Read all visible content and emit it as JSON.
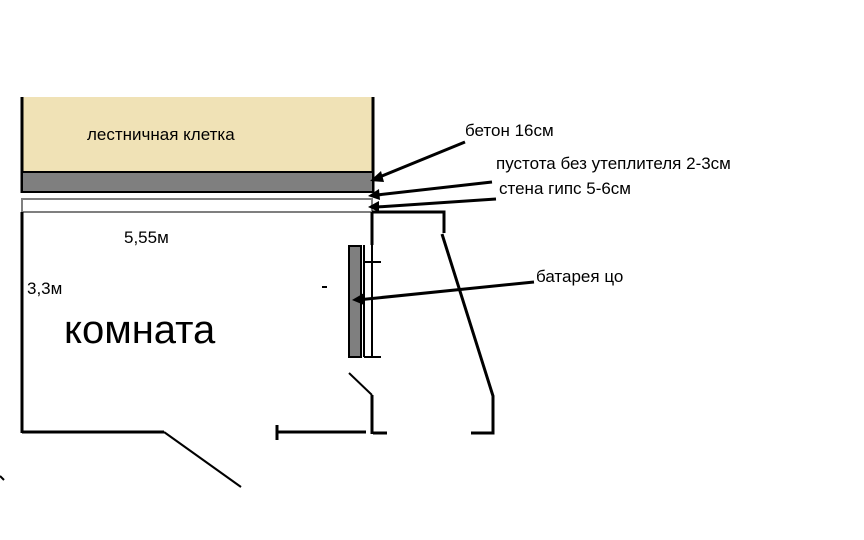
{
  "labels": {
    "stairwell": "лестничная клетка",
    "concrete": "бетон 16см",
    "void": "пустота без утеплителя 2-3см",
    "gypsum": "стена гипс 5-6см",
    "width": "5,55м",
    "height": "3,3м",
    "room": "комната",
    "radiator": "батарея цо"
  },
  "colors": {
    "stairwell_fill": "#f0e2b6",
    "concrete_fill": "#7f7f7f",
    "gypsum_fill": "#ffffff",
    "radiator_fill": "#7f7f7f",
    "line": "#000000"
  }
}
